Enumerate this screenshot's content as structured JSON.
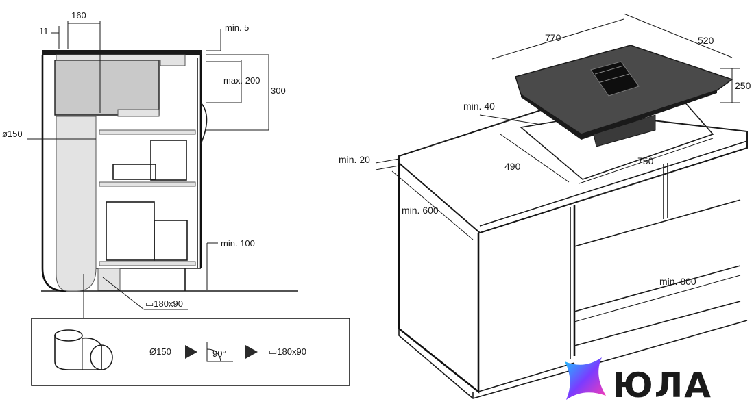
{
  "side_view": {
    "dim_11": "11",
    "dim_160": "160",
    "dim_min5": "min. 5",
    "dim_max200": "max. 200",
    "dim_300": "300",
    "dim_diam150": "ø150",
    "dim_min100": "min. 100",
    "dim_duct": "▭180x90"
  },
  "duct_legend": {
    "round_label": "Ø150",
    "angle_label": "90°",
    "rect_label": "▭180x90"
  },
  "iso_view": {
    "dim_770": "770",
    "dim_520": "520",
    "dim_250_h": "250",
    "dim_min40": "min. 40",
    "dim_490": "490",
    "dim_750": "750",
    "dim_min20": "min. 20",
    "dim_min600": "min. 600",
    "dim_min800": "min. 800"
  },
  "logo": {
    "text": "ЮЛА",
    "colors": [
      "#ff3bb0",
      "#7a3cff",
      "#18c6ff"
    ]
  }
}
